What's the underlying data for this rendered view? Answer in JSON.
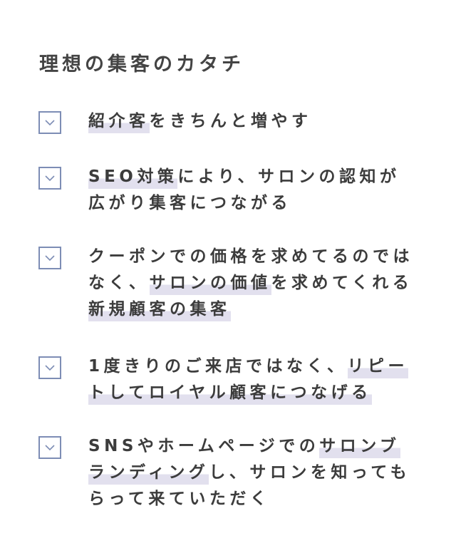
{
  "title": "理想の集客のカタチ",
  "colors": {
    "highlight": "#e2e0ee",
    "checkbox": "#7d8db5",
    "text": "#3c3c3c"
  },
  "items": [
    {
      "segments": [
        {
          "text": "紹介客",
          "hl": true
        },
        {
          "text": "をきちんと増やす",
          "hl": false
        }
      ]
    },
    {
      "segments": [
        {
          "text": "SEO対策",
          "hl": true
        },
        {
          "text": "により、サロンの認知が広がり集客につながる",
          "hl": false
        }
      ]
    },
    {
      "segments": [
        {
          "text": "クーポンでの価格を求めてるのではなく、",
          "hl": false
        },
        {
          "text": "サロンの価値",
          "hl": true
        },
        {
          "text": "を求めてくれる",
          "hl": false
        },
        {
          "text": "新規顧客の集客",
          "hl": true
        }
      ]
    },
    {
      "segments": [
        {
          "text": "1度きりのご来店ではなく、",
          "hl": false
        },
        {
          "text": "リピートしてロイヤル顧客につなげる",
          "hl": true
        }
      ]
    },
    {
      "segments": [
        {
          "text": "SNSやホームページでの",
          "hl": false
        },
        {
          "text": "サロンブランディング",
          "hl": true
        },
        {
          "text": "し、サロンを知ってもらって来ていただく",
          "hl": false
        }
      ]
    }
  ]
}
